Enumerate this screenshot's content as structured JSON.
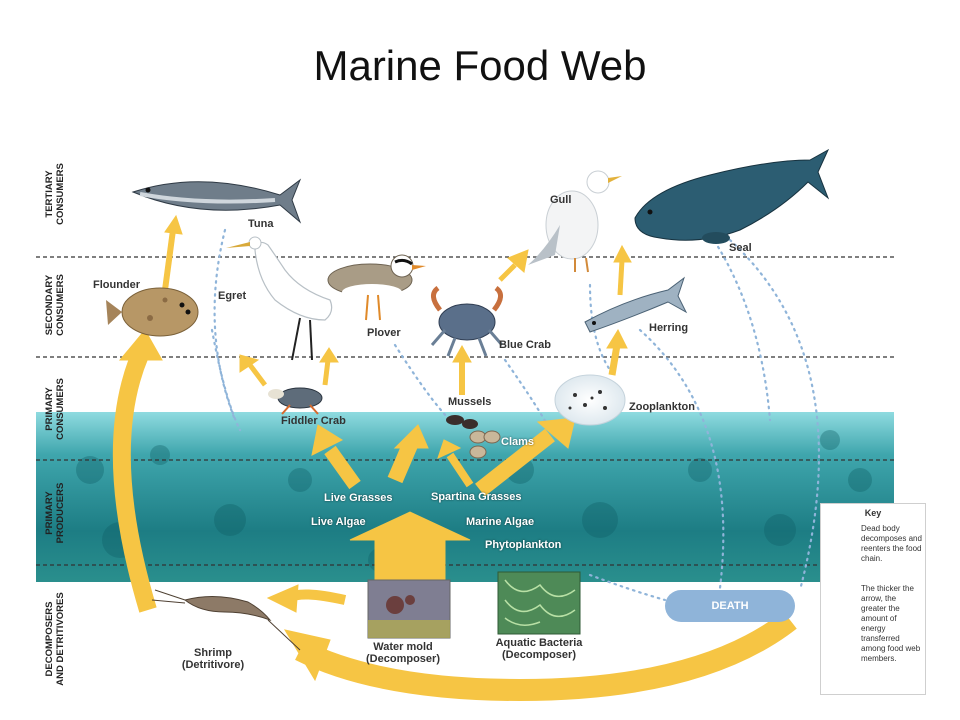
{
  "title": "Marine Food Web",
  "levels": {
    "tertiary": [
      "TERTIARY",
      "CONSUMERS"
    ],
    "secondary": [
      "SECONDARY",
      "CONSUMERS"
    ],
    "primary_consumers": [
      "PRIMARY",
      "CONSUMERS"
    ],
    "primary_producers": [
      "PRIMARY",
      "PRODUCERS"
    ],
    "decomposers": [
      "DECOMPOSERS",
      "AND DETRITIVORES"
    ]
  },
  "organisms": {
    "tuna": "Tuna",
    "gull": "Gull",
    "seal": "Seal",
    "flounder": "Flounder",
    "egret": "Egret",
    "plover": "Plover",
    "blue_crab": "Blue Crab",
    "herring": "Herring",
    "mussels": "Mussels",
    "fiddler_crab": "Fiddler Crab",
    "zooplankton": "Zooplankton",
    "clams": "Clams",
    "live_grasses": "Live Grasses",
    "spartina_grasses": "Spartina Grasses",
    "live_algae": "Live Algae",
    "marine_algae": "Marine Algae",
    "phytoplankton": "Phytoplankton",
    "shrimp": [
      "Shrimp",
      "(Detritivore)"
    ],
    "water_mold": [
      "Water mold",
      "(Decomposer)"
    ],
    "aquatic_bacteria": [
      "Aquatic Bacteria",
      "(Decomposer)"
    ]
  },
  "death_label": "DEATH",
  "key": {
    "title": "Key",
    "dotted_line_text": "Dead body decomposes and reenters the food chain.",
    "arrow_text": "The thicker the arrow, the greater the amount of energy transferred among food web members."
  },
  "colors": {
    "arrow": "#f6c544",
    "dotted": "#8fb4d9",
    "water_top": "#7fd3d6",
    "water_deep": "#1f7f86",
    "death_pill": "#8fb4d9"
  }
}
